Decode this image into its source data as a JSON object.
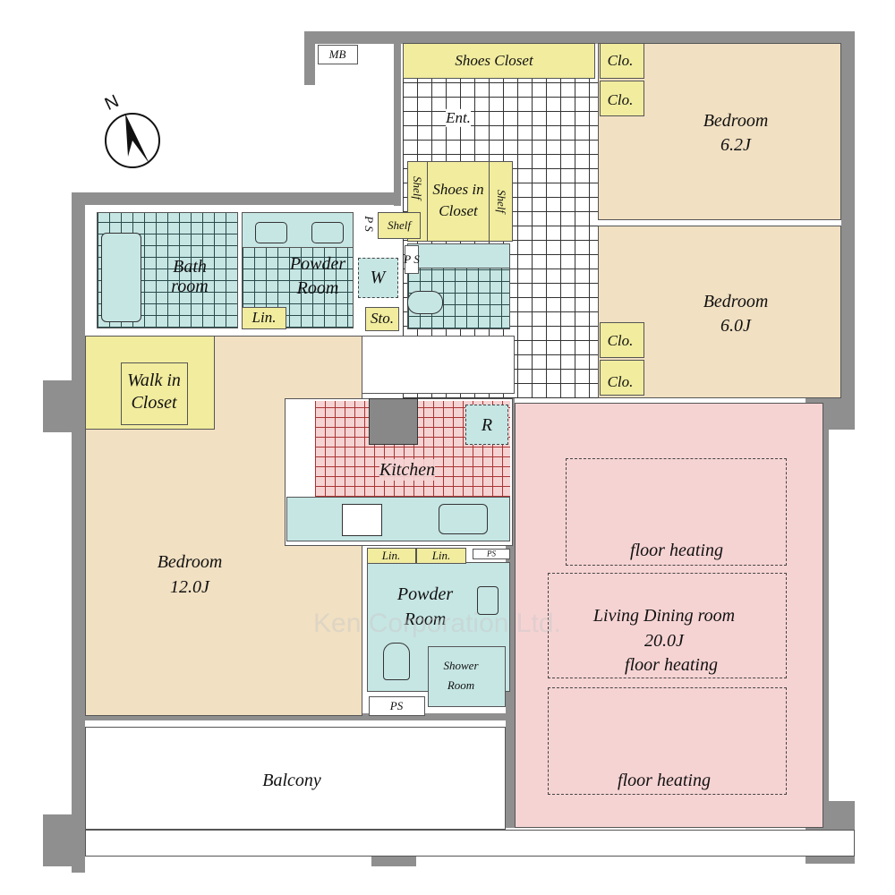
{
  "rooms": {
    "mb": "MB",
    "shoes_closet": "Shoes Closet",
    "entrance": "Ent.",
    "clo": "Clo.",
    "bedroom1": {
      "name": "Bedroom",
      "size": "6.2J"
    },
    "bedroom2": {
      "name": "Bedroom",
      "size": "6.0J"
    },
    "bedroom3": {
      "name": "Bedroom",
      "size": "12.0J"
    },
    "shelf": "Shelf",
    "shoes_in_closet": [
      "Shoes in",
      "Closet"
    ],
    "ps": "PS",
    "ps_v": "P S",
    "bath": [
      "Bath",
      "room"
    ],
    "powder_room": [
      "Powder",
      "Room"
    ],
    "w": "W",
    "sto": "Sto.",
    "lin": "Lin.",
    "walk_in_closet": [
      "Walk in",
      "Closet"
    ],
    "kitchen": "Kitchen",
    "r": "R",
    "shower_room": [
      "Shower",
      "Room"
    ],
    "living": {
      "name": "Living Dining room",
      "size": "20.0J"
    },
    "floor_heating": "floor heating",
    "balcony": "Balcony"
  },
  "compass": {
    "label": "N"
  },
  "watermark": "Ken Corporation Ltd."
}
